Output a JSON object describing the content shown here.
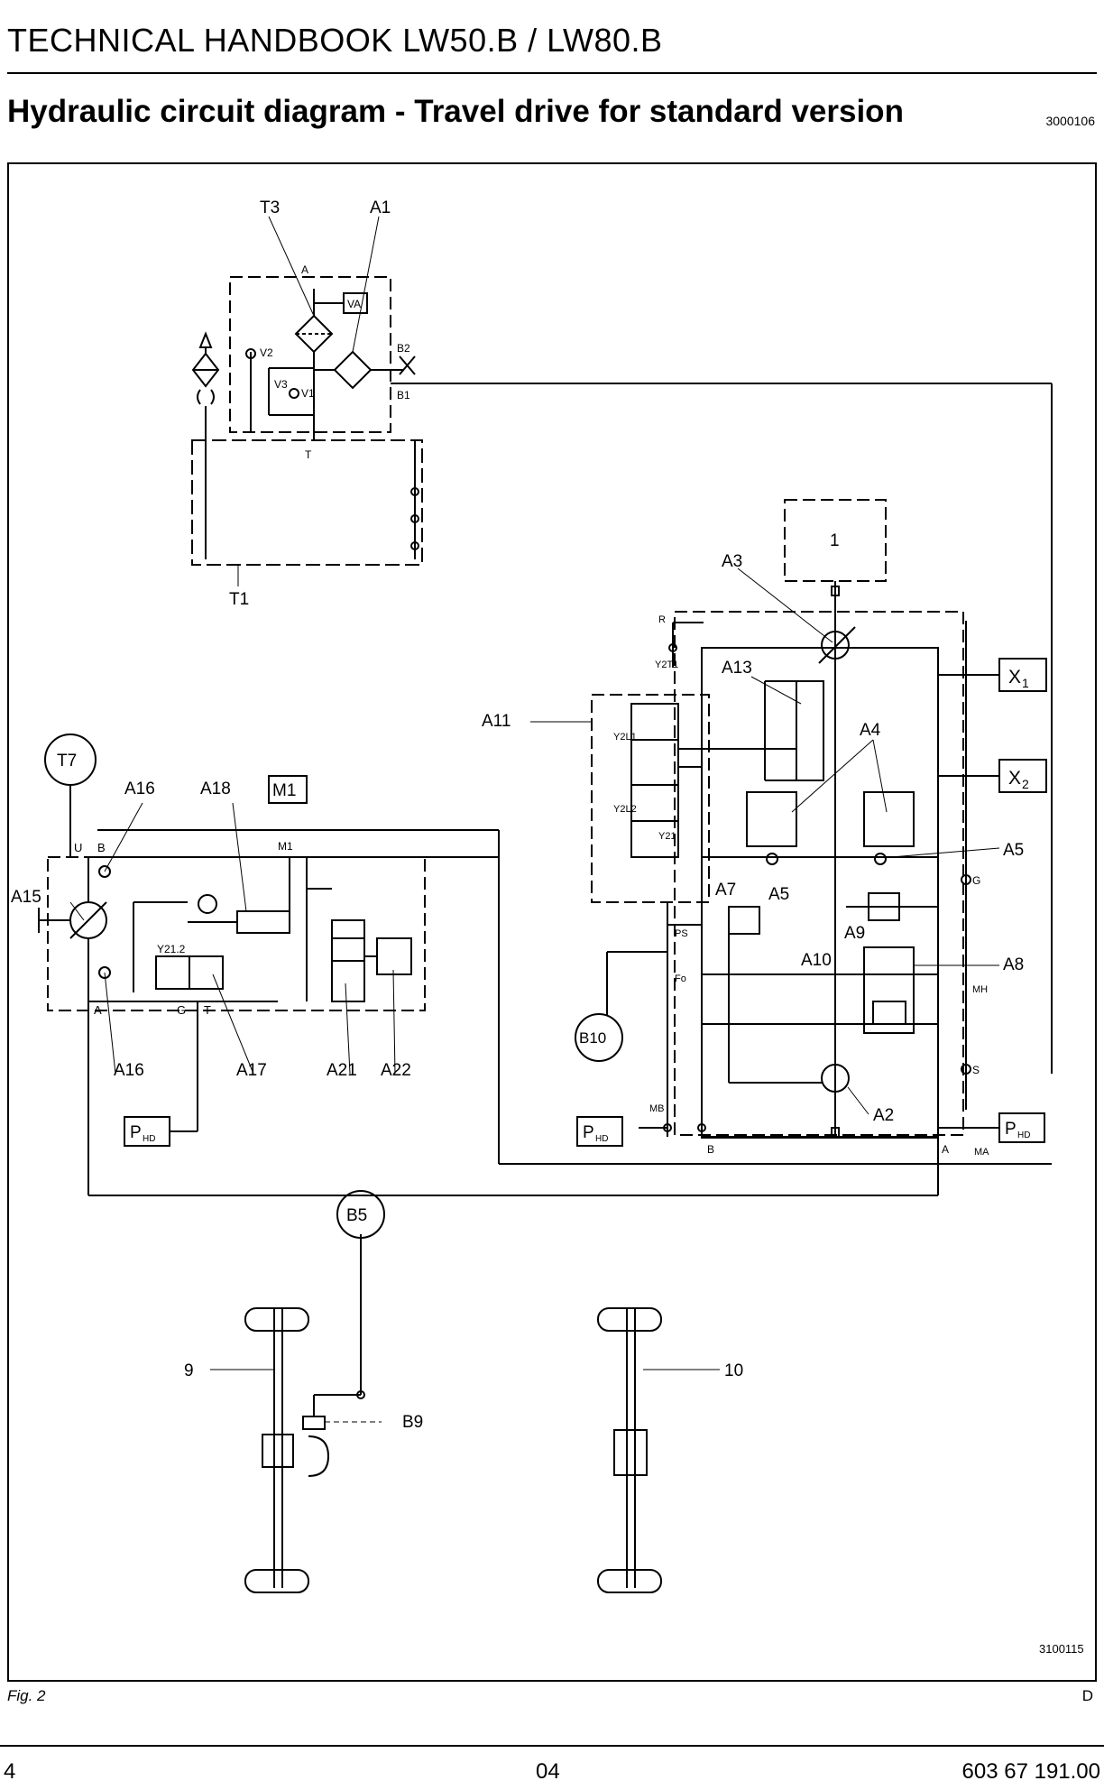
{
  "header": {
    "title": "TECHNICAL HANDBOOK LW50.B / LW80.B",
    "section_title": "Hydraulic circuit diagram - Travel drive for standard version",
    "section_code": "3000106"
  },
  "diagram": {
    "image_code": "3100115",
    "labels": {
      "T3": "T3",
      "A1": "A1",
      "A": "A",
      "VA": "VA",
      "V2": "V2",
      "V3": "V3",
      "V1": "V1",
      "B2": "B2",
      "B1": "B1",
      "T": "T",
      "T1": "T1",
      "box1": "1",
      "A3": "A3",
      "A13": "A13",
      "A11": "A11",
      "A4": "A4",
      "A5": "A5",
      "A7": "A7",
      "A9": "A9",
      "A10": "A10",
      "A8": "A8",
      "A2": "A2",
      "X1": "X",
      "X1sub": "1",
      "X2": "X",
      "X2sub": "2",
      "T7": "T7",
      "A16": "A16",
      "A18": "A18",
      "M1": "M1",
      "U": "U",
      "B": "B",
      "A15": "A15",
      "G": "G",
      "A17": "A17",
      "A21": "A21",
      "A22": "A22",
      "B10": "B10",
      "PHD": "P",
      "PHDsub": "HD",
      "MB": "MB",
      "MA": "MA",
      "S": "S",
      "MH": "MH",
      "PS": "PS",
      "Y2L1": "Y2L1",
      "Y2L2": "Y2L2",
      "Y2T1": "Y2T1",
      "R": "R",
      "Y21": "Y21",
      "Y212": "Y21.2",
      "FO": "Fo",
      "B5": "B5",
      "9": "9",
      "10": "10",
      "B9": "B9"
    }
  },
  "footer": {
    "fig_label": "Fig. 2",
    "mark": "D",
    "page_number": "4",
    "chapter": "04",
    "document_number": "603 67 191.00"
  }
}
